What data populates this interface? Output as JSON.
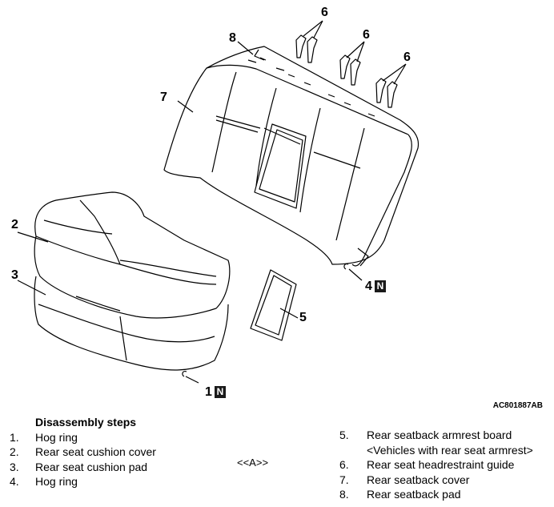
{
  "diagram": {
    "figure_id": "AC801887AB",
    "callouts": [
      "6",
      "6",
      "6",
      "8",
      "7",
      "2",
      "3",
      "4",
      "5",
      "1"
    ],
    "new_part_mark": "N"
  },
  "steps": {
    "heading": "Disassembly steps",
    "left": [
      {
        "num": "1.",
        "label": "Hog ring"
      },
      {
        "num": "2.",
        "label": "Rear seat cushion cover"
      },
      {
        "num": "3.",
        "label": "Rear seat cushion pad"
      },
      {
        "num": "4.",
        "label": "Hog ring"
      }
    ],
    "note": "<<A>>",
    "right": [
      {
        "num": "5.",
        "label": "Rear seatback armrest board"
      },
      {
        "num": "",
        "label": "<Vehicles with rear seat armrest>"
      },
      {
        "num": "6.",
        "label": "Rear seat headrestraint guide"
      },
      {
        "num": "7.",
        "label": "Rear seatback cover"
      },
      {
        "num": "8.",
        "label": "Rear seatback pad"
      }
    ]
  }
}
